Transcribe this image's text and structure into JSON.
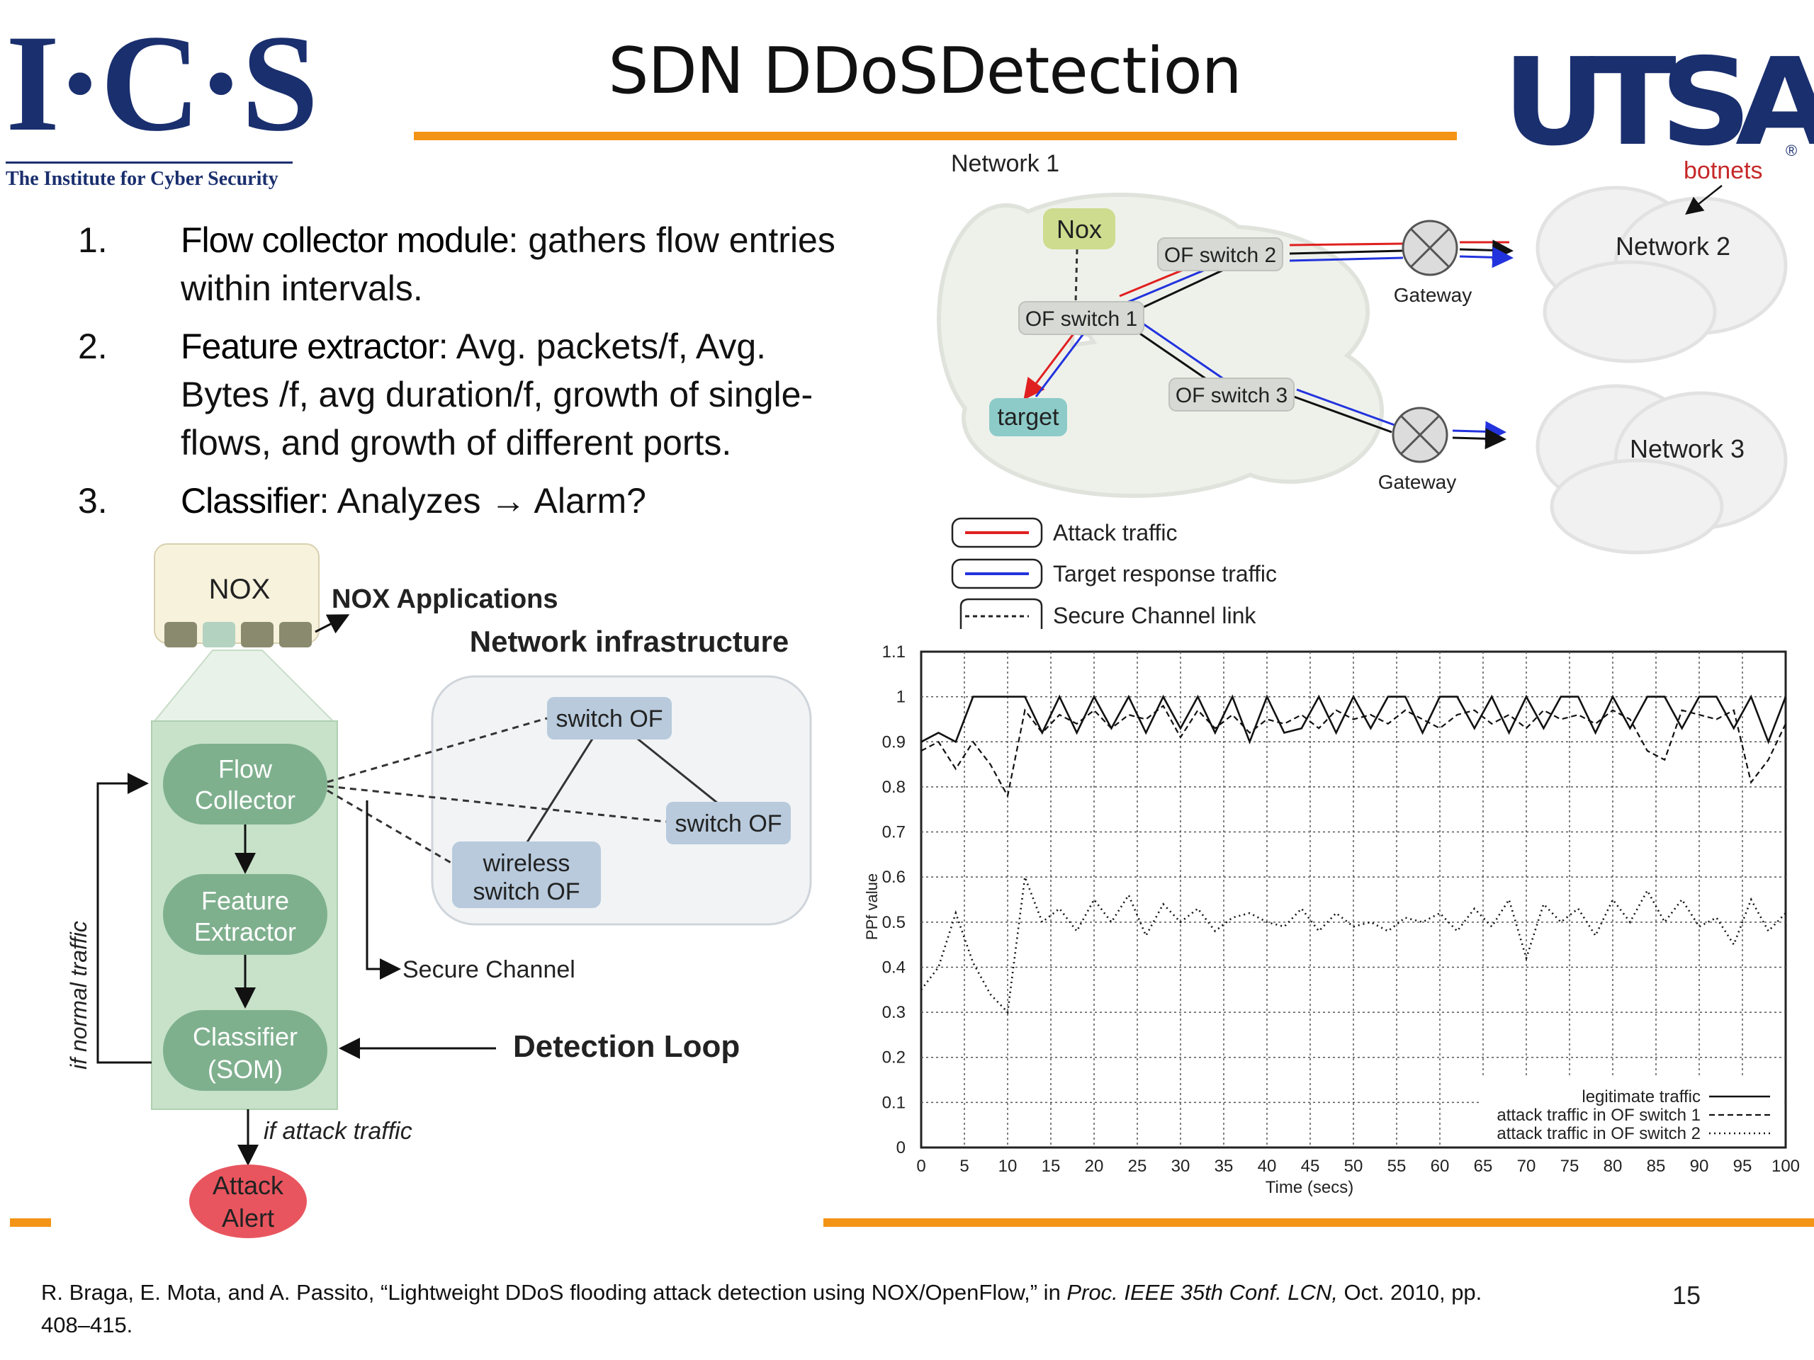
{
  "header": {
    "ics_letters": "I·C·S",
    "ics_subtitle": "The Institute for Cyber Security",
    "title": "SDN DDoSDetection",
    "utsa_logo": "UTSA",
    "utsa_reg": "®",
    "accent_color": "#f39416",
    "brand_color": "#1a2f6e"
  },
  "bullets": [
    {
      "num": "1.",
      "term": "Flow collector module",
      "text": ": gathers flow entries within intervals."
    },
    {
      "num": "2.",
      "term": "Feature extractor",
      "text": ":  Avg. packets/f, Avg. Bytes /f, avg duration/f, growth of single-flows, and growth of different ports."
    },
    {
      "num": "3.",
      "term": "Classifier",
      "text": ": Analyzes → Alarm?"
    }
  ],
  "arch_diagram": {
    "nox": "NOX",
    "nox_apps": "NOX Applications",
    "net_infra": "Network infrastructure",
    "switch_of_top": "switch OF",
    "switch_of_right": "switch OF",
    "wireless_line1": "wireless",
    "wireless_line2": "switch OF",
    "flow_line1": "Flow",
    "flow_line2": "Collector",
    "feature_line1": "Feature",
    "feature_line2": "Extractor",
    "classifier_line1": "Classifier",
    "classifier_line2": "(SOM)",
    "secure_channel": "Secure Channel",
    "detection_loop": "Detection Loop",
    "if_normal": "if normal traffic",
    "if_attack": "if attack traffic",
    "attack_line1": "Attack",
    "attack_line2": "Alert"
  },
  "network_diagram": {
    "network1": "Network 1",
    "nox": "Nox",
    "of_switch1": "OF switch 1",
    "of_switch2": "OF switch 2",
    "of_switch3": "OF switch 3",
    "target": "target",
    "gateway1": "Gateway",
    "gateway2": "Gateway",
    "network2": "Network 2",
    "network3": "Network 3",
    "botnets": "botnets",
    "legend": [
      "Attack traffic",
      "Target response traffic",
      "Secure Channel link"
    ],
    "attack_color": "#e02020",
    "response_color": "#2233dd"
  },
  "footer": {
    "citation_a": "R. Braga, E. Mota, and A. Passito, “Lightweight DDoS flooding attack detection using NOX/OpenFlow,” in ",
    "citation_b": "Proc. IEEE 35th Conf. LCN,",
    "citation_c": " Oct. 2010, pp. 408–415.",
    "page": "15"
  },
  "chart_data": {
    "type": "line",
    "title": "",
    "xlabel": "Time (secs)",
    "ylabel": "PPf value",
    "xlim": [
      0,
      100
    ],
    "ylim": [
      0,
      1.1
    ],
    "x_ticks": [
      "0",
      "5",
      "10",
      "15",
      "20",
      "25",
      "30",
      "35",
      "40",
      "45",
      "50",
      "55",
      "60",
      "65",
      "70",
      "75",
      "80",
      "85",
      "90",
      "95",
      "100"
    ],
    "y_ticks": [
      "0",
      "0.1",
      "0.2",
      "0.3",
      "0.4",
      "0.5",
      "0.6",
      "0.7",
      "0.8",
      "0.9",
      "1",
      "1.1"
    ],
    "grid": true,
    "legend_position": "bottom-right",
    "x": [
      0,
      2,
      4,
      6,
      8,
      10,
      12,
      14,
      16,
      18,
      20,
      22,
      24,
      26,
      28,
      30,
      32,
      34,
      36,
      38,
      40,
      42,
      44,
      46,
      48,
      50,
      52,
      54,
      56,
      58,
      60,
      62,
      64,
      66,
      68,
      70,
      72,
      74,
      76,
      78,
      80,
      82,
      84,
      86,
      88,
      90,
      92,
      94,
      96,
      98,
      100
    ],
    "series": [
      {
        "name": "legitimate traffic",
        "style": "solid",
        "values": [
          0.9,
          0.92,
          0.9,
          1.0,
          1.0,
          1.0,
          1.0,
          0.92,
          1.0,
          0.92,
          1.0,
          0.93,
          1.0,
          0.92,
          1.0,
          0.93,
          1.0,
          0.92,
          1.0,
          0.9,
          1.0,
          0.92,
          0.93,
          1.0,
          0.92,
          1.0,
          0.93,
          1.0,
          1.0,
          0.92,
          1.0,
          1.0,
          0.93,
          1.0,
          0.92,
          1.0,
          0.93,
          1.0,
          1.0,
          0.92,
          1.0,
          0.93,
          1.0,
          1.0,
          0.93,
          1.0,
          1.0,
          0.93,
          1.0,
          0.9,
          1.0
        ]
      },
      {
        "name": "attack traffic in OF switch 1",
        "style": "dashed",
        "values": [
          0.88,
          0.9,
          0.84,
          0.9,
          0.85,
          0.78,
          0.97,
          0.92,
          0.96,
          0.94,
          0.97,
          0.93,
          0.96,
          0.95,
          0.98,
          0.91,
          0.97,
          0.93,
          0.96,
          0.92,
          0.95,
          0.94,
          0.96,
          0.93,
          0.97,
          0.95,
          0.96,
          0.94,
          0.97,
          0.95,
          0.93,
          0.96,
          0.97,
          0.94,
          0.96,
          0.93,
          0.97,
          0.95,
          0.96,
          0.94,
          0.97,
          0.95,
          0.88,
          0.86,
          0.97,
          0.96,
          0.95,
          0.97,
          0.81,
          0.86,
          0.94
        ]
      },
      {
        "name": "attack traffic in OF switch 2",
        "style": "dotted",
        "values": [
          0.35,
          0.4,
          0.52,
          0.41,
          0.34,
          0.3,
          0.6,
          0.5,
          0.53,
          0.48,
          0.55,
          0.5,
          0.56,
          0.47,
          0.54,
          0.5,
          0.53,
          0.48,
          0.51,
          0.52,
          0.5,
          0.49,
          0.53,
          0.48,
          0.52,
          0.49,
          0.5,
          0.48,
          0.51,
          0.5,
          0.52,
          0.48,
          0.53,
          0.49,
          0.55,
          0.42,
          0.54,
          0.5,
          0.53,
          0.47,
          0.55,
          0.5,
          0.57,
          0.5,
          0.55,
          0.49,
          0.51,
          0.45,
          0.55,
          0.48,
          0.52
        ]
      }
    ]
  }
}
